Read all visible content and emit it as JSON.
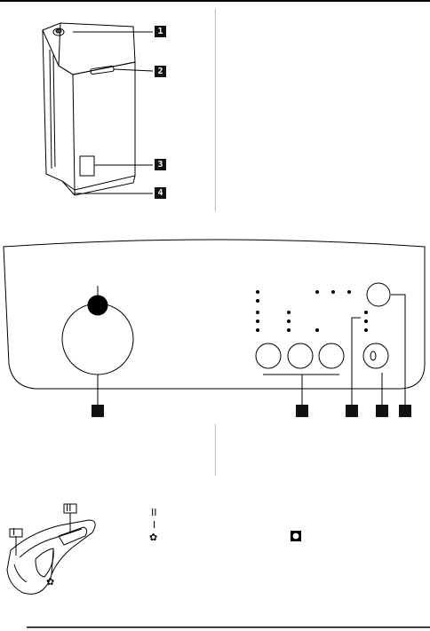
{
  "machine_callouts": [
    "1",
    "2",
    "3",
    "4"
  ],
  "panel_callouts": [
    "",
    "",
    "",
    "",
    ""
  ],
  "dispenser_symbols": {
    "prewash": "I",
    "main_wash": "II",
    "softener": "✿",
    "legend_main": "II",
    "legend_prewash": "I",
    "legend_softener": "✿"
  },
  "icons": [
    "washing-machine",
    "control-panel",
    "detergent-dispenser",
    "on-off-indicator"
  ]
}
